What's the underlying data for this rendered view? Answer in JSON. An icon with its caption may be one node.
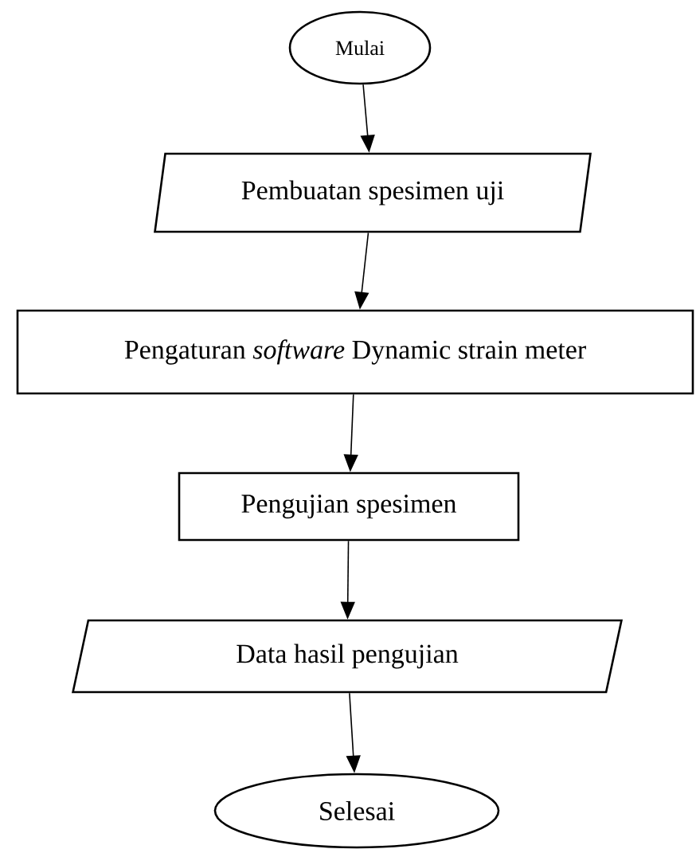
{
  "diagram": {
    "nodes": [
      {
        "text": [
          "Mulai"
        ]
      },
      {
        "text": [
          "Pembuatan spesimen uji"
        ]
      },
      {
        "text": [
          "Pengaturan *software* Dynamic strain meter"
        ]
      },
      {
        "text": [
          "Pengujian spesimen"
        ]
      },
      {
        "text": [
          "Data hasil pengujian"
        ]
      },
      {
        "text": [
          "Selesai"
        ]
      }
    ],
    "edges": [
      {
        "from": 0,
        "to": 1,
        "arrow": "to"
      },
      {
        "from": 1,
        "to": 2,
        "arrow": "to"
      },
      {
        "from": 2,
        "to": 3,
        "arrow": "to"
      },
      {
        "from": 3,
        "to": 4,
        "arrow": "to"
      },
      {
        "from": 4,
        "to": 5,
        "arrow": "to"
      }
    ]
  }
}
